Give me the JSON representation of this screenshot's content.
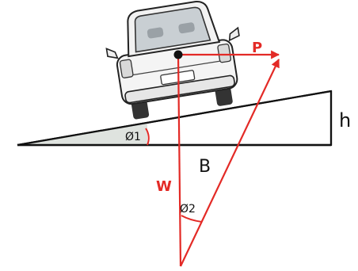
{
  "labels": {
    "force_p": "P",
    "weight_w": "W",
    "height_h": "h",
    "base_b": "B",
    "angle_1": "Ø1",
    "angle_2": "Ø2"
  },
  "colors": {
    "force": "#e32a26",
    "outline": "#111111",
    "wedge_fill": "#dfe3df",
    "car_body": "#f4f4f4",
    "car_dark": "#3a3a3a"
  },
  "icons": {
    "vehicle": "car-rear-view-icon",
    "center_of_mass": "center-of-mass-dot-icon"
  }
}
